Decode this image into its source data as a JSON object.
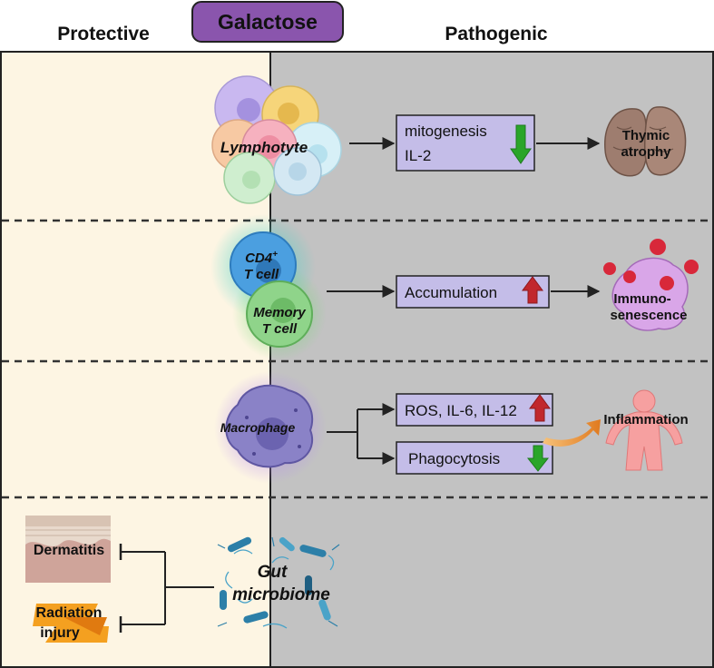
{
  "header": {
    "left": "Protective",
    "center": "Galactose",
    "right": "Pathogenic"
  },
  "colors": {
    "protective_bg": "#fdf5e3",
    "pathogenic_bg": "#c2c2c2",
    "galactose_fill": "#8a55ad",
    "box_fill": "#c4bde8",
    "arrow_up": "#c1272d",
    "arrow_down": "#2aa52a"
  },
  "rows": [
    {
      "cell": "Lymphotyte",
      "box_lines": [
        "mitogenesis",
        "IL-2"
      ],
      "box_trend": "down",
      "outcome": [
        "Thymic",
        "atrophy"
      ]
    },
    {
      "cell_lines": [
        "CD4",
        "T cell"
      ],
      "cell_superscript": "+",
      "cell2_lines": [
        "Memory",
        "T cell"
      ],
      "box_lines": [
        "Accumulation"
      ],
      "box_trend": "up",
      "outcome": [
        "Immuno-",
        "senescence"
      ]
    },
    {
      "cell": "Macrophage",
      "box_a": "ROS, IL-6, IL-12",
      "box_a_trend": "up",
      "box_b": "Phagocytosis",
      "box_b_trend": "down",
      "outcome": [
        "Inflammation"
      ]
    },
    {
      "cell_lines": [
        "Gut",
        "microbiome"
      ],
      "inhibited": [
        "Dermatitis",
        "Radiation",
        "injury"
      ]
    }
  ]
}
